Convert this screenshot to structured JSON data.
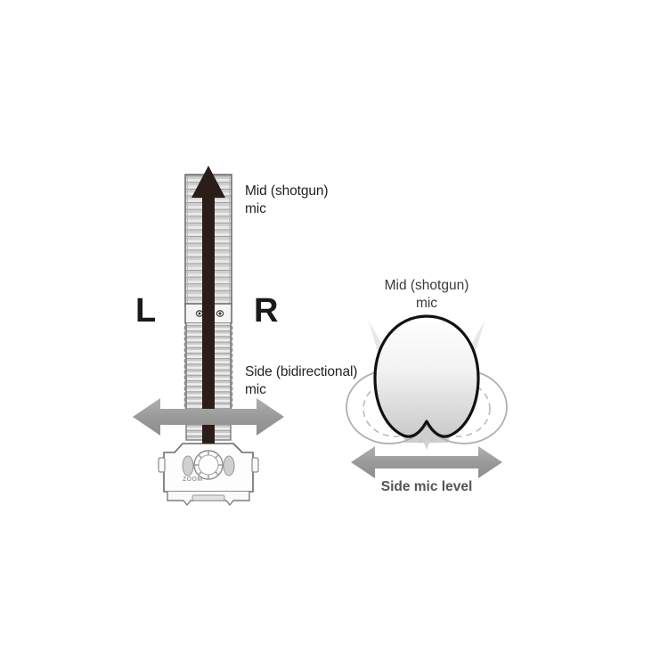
{
  "diagram": {
    "title": "Mid-Side microphone pickup pattern diagram",
    "background_color": "#ffffff",
    "labels": {
      "mid_mic_left_line1": "Mid (shotgun)",
      "mid_mic_left_line2": "mic",
      "side_mic_left_line1": "Side (bidirectional)",
      "side_mic_left_line2": "mic",
      "channel_left": "L",
      "channel_right": "R",
      "mid_mic_right_line1": "Mid (shotgun)",
      "mid_mic_right_line2": "mic",
      "side_mic_level": "Side mic level"
    },
    "device": {
      "brand_mark": "ZOOM",
      "body_outline_color": "#5a5a5a",
      "grille_color": "#d8d8d8",
      "arrow_shaft_color": "#2b1e18"
    },
    "colors": {
      "arrow_gray": "#9a9a9a",
      "lobe_outline": "#111111",
      "side_lobe_outline": "#a8a8a8",
      "side_lobe_dashed": "#b5b5b5",
      "cone_gray": "#d5d5d5",
      "text_dark": "#231f20",
      "text_gray": "#555555"
    },
    "icons": {
      "mid_direction_arrow": "up-arrow-icon",
      "side_direction_arrow": "left-right-arrow-icon",
      "side_level_arrow": "left-right-arrow-icon"
    }
  }
}
